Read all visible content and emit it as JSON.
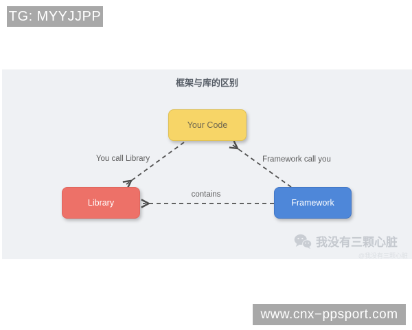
{
  "overlays": {
    "tg_badge": "TG: MYYJJPP",
    "url_badge": "www.cnx−ppsport.com",
    "badge_bg": "#a8a8a8"
  },
  "diagram": {
    "title": "框架与库的区别",
    "panel_bg": "#eff1f4",
    "nodes": [
      {
        "id": "your_code",
        "label": "Your Code",
        "color": "#f7d567"
      },
      {
        "id": "library",
        "label": "Library",
        "color": "#ed7168"
      },
      {
        "id": "framework",
        "label": "Framework",
        "color": "#4e87d9"
      }
    ],
    "edges": [
      {
        "from": "your_code",
        "to": "library",
        "label": "You call Library",
        "style": "dashed"
      },
      {
        "from": "framework",
        "to": "your_code",
        "label": "Framework call you",
        "style": "dashed"
      },
      {
        "from": "framework",
        "to": "library",
        "label": "contains",
        "style": "dashed"
      }
    ],
    "watermark": {
      "icon": "wechat-icon",
      "name": "我没有三颗心脏",
      "sub": "@我没有三颗心脏"
    }
  }
}
